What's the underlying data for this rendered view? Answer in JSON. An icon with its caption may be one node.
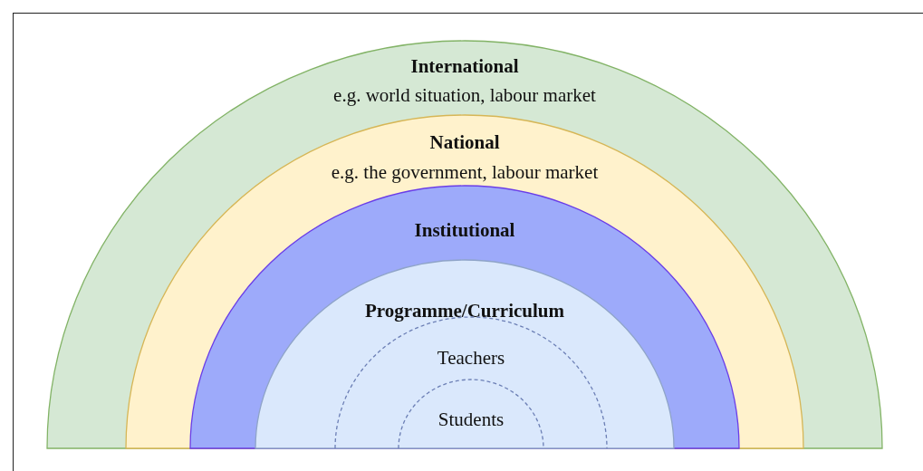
{
  "diagram": {
    "nodes": [
      {
        "text": [
          "International",
          "e.g. world situation, labour market"
        ]
      },
      {
        "text": [
          "National",
          "e.g. the government, labour market"
        ],
        "in": 0
      },
      {
        "text": [
          "Institutional"
        ],
        "in": 1
      },
      {
        "text": [
          "Programme/Curriculum"
        ],
        "in": 2
      },
      {
        "text": [
          "Teachers"
        ],
        "in": 3
      },
      {
        "text": [
          "Students"
        ],
        "in": 4
      }
    ]
  }
}
